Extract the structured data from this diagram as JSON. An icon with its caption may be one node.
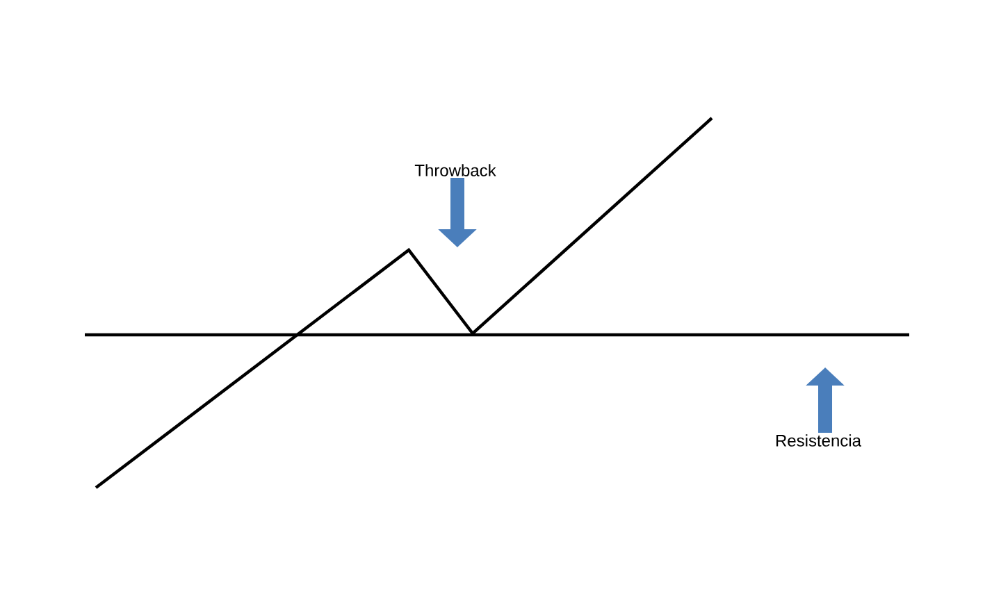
{
  "diagram": {
    "nodes": [
      {
        "text": [
          "Throwback"
        ]
      },
      {
        "text": [
          "Resistencia"
        ]
      }
    ],
    "edges": [
      {
        "from": 0,
        "to": null,
        "arrow": "to"
      },
      {
        "from": 1,
        "to": null,
        "arrow": "to"
      }
    ]
  }
}
